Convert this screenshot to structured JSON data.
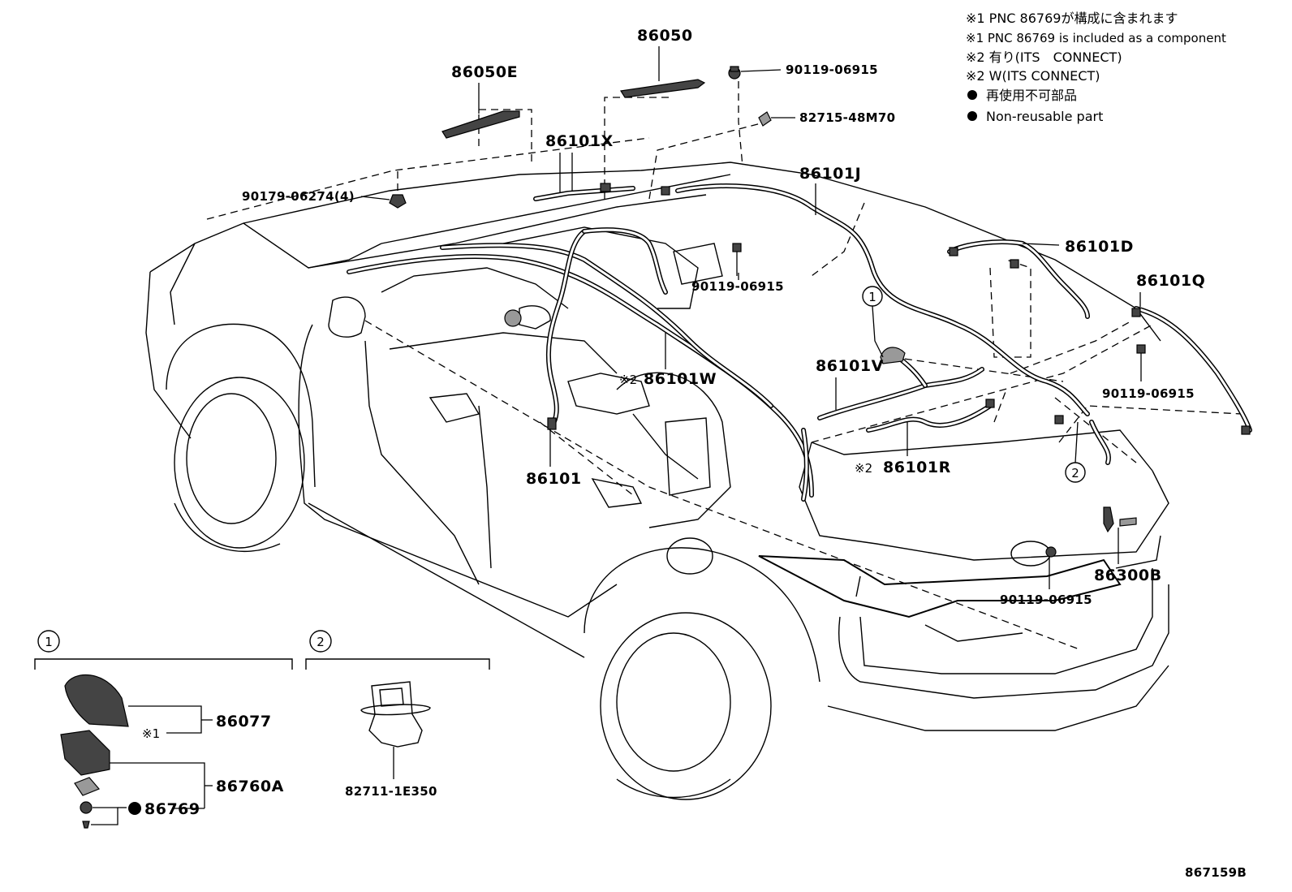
{
  "notes": {
    "line1": "※1 PNC 86769が構成に含まれます",
    "line2": "※1 PNC 86769 is included as a component",
    "line3": "※2 有り(ITS　CONNECT)",
    "line4": "※2 W(ITS CONNECT)",
    "line5": "再使用不可部品",
    "line6": "Non-reusable part"
  },
  "parts": {
    "p86050": "86050",
    "p86050E": "86050E",
    "p86101X": "86101X",
    "p86101J": "86101J",
    "p86101D": "86101D",
    "p86101Q": "86101Q",
    "p86101V": "86101V",
    "p86101W": "86101W",
    "p86101R": "86101R",
    "p86101": "86101",
    "p86300B": "86300B",
    "p86077": "86077",
    "p86760A": "86760A",
    "p86769": "86769",
    "bolt_top": "90119-06915",
    "clip_top": "82715-48M70",
    "nut4": "90179-06274(4)",
    "bolt_mid": "90119-06915",
    "bolt_right": "90119-06915",
    "bolt_rear": "90119-06915",
    "clip_82711": "82711-1E350"
  },
  "marks": {
    "w2": "※2",
    "w1": "※1",
    "c1": "1",
    "c2": "2"
  },
  "footer": {
    "code": "867159B"
  }
}
